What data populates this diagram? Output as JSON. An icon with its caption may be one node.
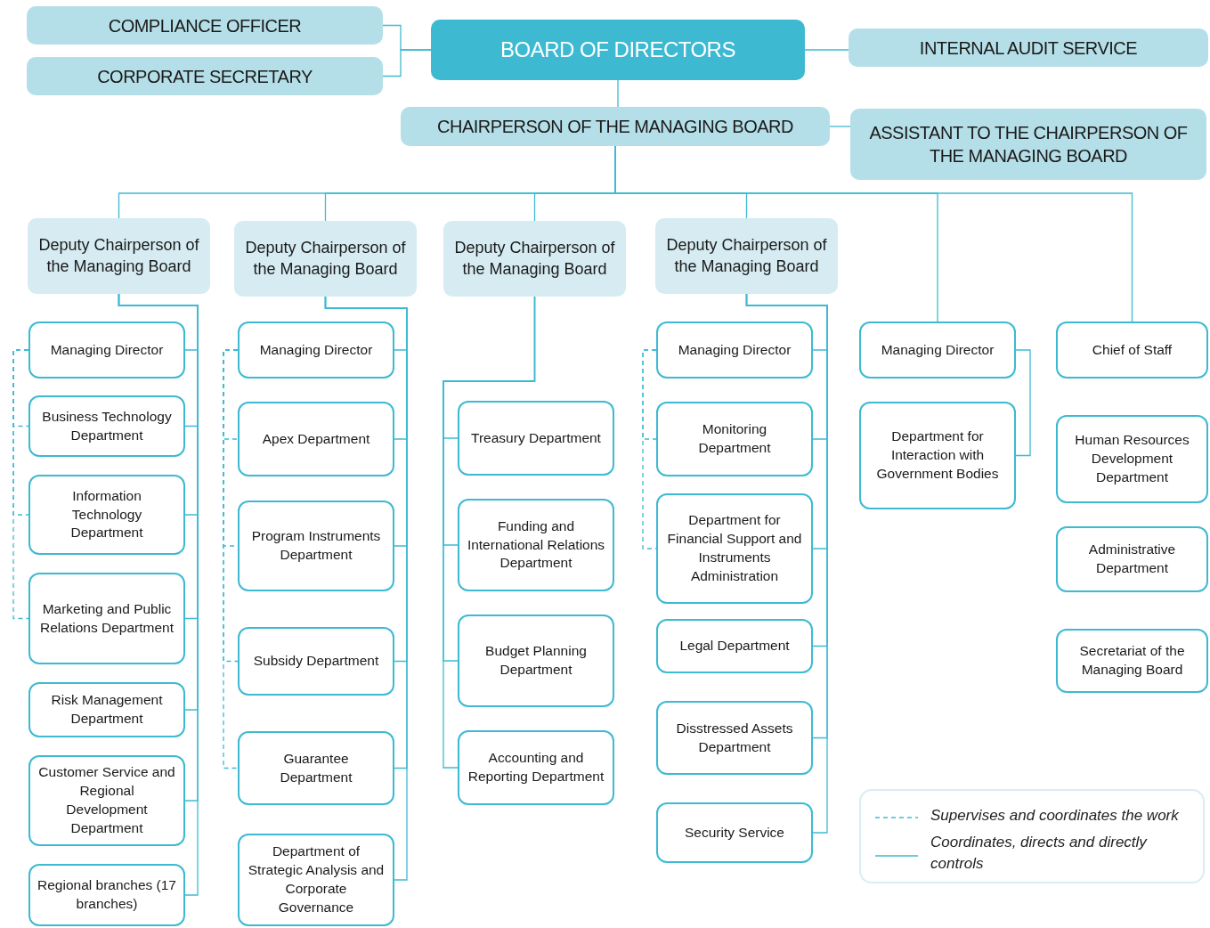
{
  "diagram": {
    "nodes": [
      {
        "text": [
          "COMPLIANCE OFFICER"
        ]
      },
      {
        "text": [
          "CORPORATE SECRETARY"
        ]
      },
      {
        "text": [
          "BOARD OF DIRECTORS"
        ]
      },
      {
        "text": [
          "INTERNAL AUDIT SERVICE"
        ]
      },
      {
        "text": [
          "CHAIRPERSON OF THE MANAGING BOARD"
        ]
      },
      {
        "text": [
          "ASSISTANT TO THE CHAIRPERSON OF THE MANAGING BOARD"
        ]
      },
      {
        "text": [
          "Deputy Chairperson of the Managing Board"
        ]
      },
      {
        "text": [
          "Deputy Chairperson of the Managing Board"
        ]
      },
      {
        "text": [
          "Deputy Chairperson of the Managing Board"
        ]
      },
      {
        "text": [
          "Deputy Chairperson of the Managing Board"
        ]
      },
      {
        "text": [
          "Managing Director"
        ]
      },
      {
        "text": [
          "Business Technology Department"
        ]
      },
      {
        "text": [
          "Information Technology Department"
        ]
      },
      {
        "text": [
          "Marketing and Public Relations Department"
        ]
      },
      {
        "text": [
          "Risk Management Department"
        ]
      },
      {
        "text": [
          "Customer Service and Regional Development Department"
        ]
      },
      {
        "text": [
          "Regional branches (17 branches)"
        ]
      },
      {
        "text": [
          "Managing Director"
        ]
      },
      {
        "text": [
          "Apex Department"
        ]
      },
      {
        "text": [
          "Program Instruments Department"
        ]
      },
      {
        "text": [
          "Subsidy Department"
        ]
      },
      {
        "text": [
          "Guarantee Department"
        ]
      },
      {
        "text": [
          "Department of Strategic Analysis and Corporate Governance"
        ]
      },
      {
        "text": [
          "Treasury Department"
        ]
      },
      {
        "text": [
          "Funding and International Relations Department"
        ]
      },
      {
        "text": [
          "Budget Planning Department"
        ]
      },
      {
        "text": [
          "Accounting and Reporting Department"
        ]
      },
      {
        "text": [
          "Managing Director"
        ]
      },
      {
        "text": [
          "Monitoring Department"
        ]
      },
      {
        "text": [
          "Department for Financial Support and Instruments Administration"
        ]
      },
      {
        "text": [
          "Legal Department"
        ]
      },
      {
        "text": [
          "Disstressed Assets Department"
        ]
      },
      {
        "text": [
          "Security Service"
        ]
      },
      {
        "text": [
          "Managing Director"
        ]
      },
      {
        "text": [
          "Department for Interaction with Government Bodies"
        ]
      },
      {
        "text": [
          "Chief of Staff"
        ]
      },
      {
        "text": [
          "Human Resources Development Department"
        ]
      },
      {
        "text": [
          "Administrative Department"
        ]
      },
      {
        "text": [
          "Secretariat of the Managing Board"
        ]
      }
    ],
    "edges": [
      {
        "from": 0,
        "to": 2,
        "arrow": "none"
      },
      {
        "from": 1,
        "to": 2,
        "arrow": "none"
      },
      {
        "from": 2,
        "to": 3,
        "arrow": "none"
      },
      {
        "from": 2,
        "to": 4,
        "arrow": "none"
      },
      {
        "from": 4,
        "to": 5,
        "arrow": "none"
      },
      {
        "from": 4,
        "to": 6,
        "arrow": "none"
      },
      {
        "from": 4,
        "to": 7,
        "arrow": "none"
      },
      {
        "from": 4,
        "to": 8,
        "arrow": "none"
      },
      {
        "from": 4,
        "to": 9,
        "arrow": "none"
      },
      {
        "from": 4,
        "to": 33,
        "arrow": "none"
      },
      {
        "from": 4,
        "to": 35,
        "arrow": "none"
      },
      {
        "from": 6,
        "to": 10,
        "arrow": "none"
      },
      {
        "from": 6,
        "to": 11,
        "arrow": "none"
      },
      {
        "from": 6,
        "to": 12,
        "arrow": "none"
      },
      {
        "from": 6,
        "to": 13,
        "arrow": "none"
      },
      {
        "from": 6,
        "to": 14,
        "arrow": "none"
      },
      {
        "from": 6,
        "to": 15,
        "arrow": "none"
      },
      {
        "from": 6,
        "to": 16,
        "arrow": "none"
      },
      {
        "from": 10,
        "to": 11,
        "arrow": "none",
        "style": "dashed"
      },
      {
        "from": 10,
        "to": 12,
        "arrow": "none",
        "style": "dashed"
      },
      {
        "from": 10,
        "to": 13,
        "arrow": "none",
        "style": "dashed"
      },
      {
        "from": 7,
        "to": 17,
        "arrow": "none"
      },
      {
        "from": 7,
        "to": 18,
        "arrow": "none"
      },
      {
        "from": 7,
        "to": 19,
        "arrow": "none"
      },
      {
        "from": 7,
        "to": 20,
        "arrow": "none"
      },
      {
        "from": 7,
        "to": 21,
        "arrow": "none"
      },
      {
        "from": 7,
        "to": 22,
        "arrow": "none"
      },
      {
        "from": 17,
        "to": 18,
        "arrow": "none",
        "style": "dashed"
      },
      {
        "from": 17,
        "to": 19,
        "arrow": "none",
        "style": "dashed"
      },
      {
        "from": 17,
        "to": 20,
        "arrow": "none",
        "style": "dashed"
      },
      {
        "from": 17,
        "to": 21,
        "arrow": "none",
        "style": "dashed"
      },
      {
        "from": 8,
        "to": 23,
        "arrow": "none"
      },
      {
        "from": 8,
        "to": 24,
        "arrow": "none"
      },
      {
        "from": 8,
        "to": 25,
        "arrow": "none"
      },
      {
        "from": 8,
        "to": 26,
        "arrow": "none"
      },
      {
        "from": 9,
        "to": 27,
        "arrow": "none"
      },
      {
        "from": 9,
        "to": 28,
        "arrow": "none"
      },
      {
        "from": 9,
        "to": 29,
        "arrow": "none"
      },
      {
        "from": 9,
        "to": 30,
        "arrow": "none"
      },
      {
        "from": 9,
        "to": 31,
        "arrow": "none"
      },
      {
        "from": 9,
        "to": 32,
        "arrow": "none"
      },
      {
        "from": 27,
        "to": 28,
        "arrow": "none",
        "style": "dashed"
      },
      {
        "from": 27,
        "to": 29,
        "arrow": "none",
        "style": "dashed"
      },
      {
        "from": 33,
        "to": 34,
        "arrow": "none"
      }
    ],
    "legend": [
      {
        "text": "Supervises and coordinates the work"
      },
      {
        "text": "Coordinates, directs and directly controls"
      }
    ]
  }
}
